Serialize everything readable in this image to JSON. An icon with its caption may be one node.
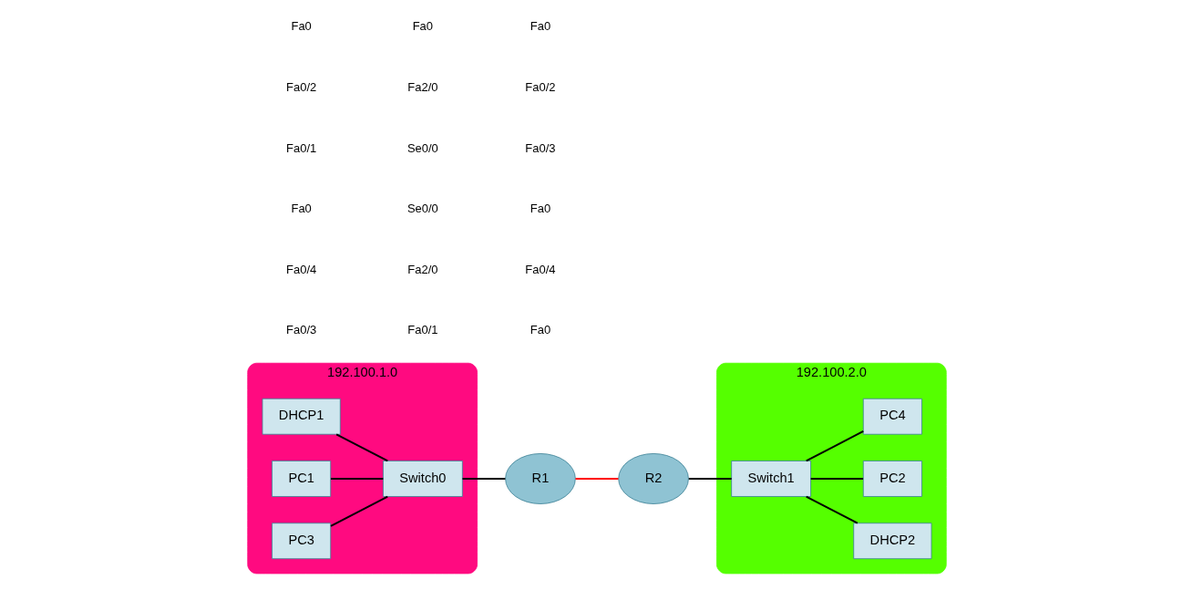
{
  "diagram": {
    "nodes": [
      {
        "text": [
          "192.100.1.0"
        ]
      },
      {
        "text": [
          "DHCP1"
        ],
        "in": 0
      },
      {
        "text": [
          "PC1"
        ],
        "in": 0
      },
      {
        "text": [
          "Switch0"
        ],
        "in": 0
      },
      {
        "text": [
          "PC3"
        ],
        "in": 0
      },
      {
        "text": [
          "R1"
        ]
      },
      {
        "text": [
          "R2"
        ]
      },
      {
        "text": [
          "192.100.2.0"
        ]
      },
      {
        "text": [
          "DHCP2"
        ],
        "in": 7
      },
      {
        "text": [
          "Switch1"
        ],
        "in": 7
      },
      {
        "text": [
          "PC2"
        ],
        "in": 7
      },
      {
        "text": [
          "PC4"
        ],
        "in": 7
      }
    ],
    "edges": [
      {
        "from": 1,
        "to": 3,
        "arrow": "none"
      },
      {
        "from": 2,
        "to": 3,
        "arrow": "none"
      },
      {
        "from": 4,
        "to": 3,
        "arrow": "none"
      },
      {
        "from": 3,
        "to": 5,
        "arrow": "none"
      },
      {
        "from": 5,
        "to": 6,
        "arrow": "none",
        "color": "#ff0000"
      },
      {
        "from": 6,
        "to": 9,
        "arrow": "none"
      },
      {
        "from": 9,
        "to": 8,
        "arrow": "none"
      },
      {
        "from": 9,
        "to": 10,
        "arrow": "none"
      },
      {
        "from": 9,
        "to": 11,
        "arrow": "none"
      }
    ],
    "labels": [
      "Fa0",
      "Fa0/2",
      "Fa0/1",
      "Fa0",
      "Fa0/4",
      "Fa0/3",
      "Fa0",
      "Fa2/0",
      "Se0/0",
      "Se0/0",
      "Fa2/0",
      "Fa0/1",
      "Fa0",
      "Fa0/2",
      "Fa0/3",
      "Fa0",
      "Fa0/4",
      "Fa0"
    ]
  }
}
